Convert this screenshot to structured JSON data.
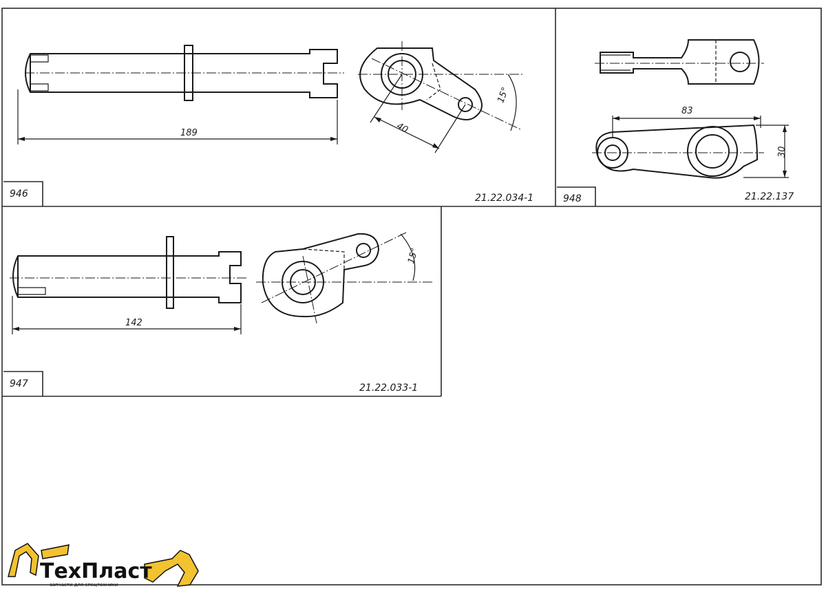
{
  "panels": [
    {
      "id": "946",
      "part_number": "21.22.034-1",
      "dims": {
        "length": "189",
        "offset": "40",
        "angle": "15°"
      }
    },
    {
      "id": "948",
      "part_number": "21.22.137",
      "dims": {
        "length": "83",
        "height": "30"
      }
    },
    {
      "id": "947",
      "part_number": "21.22.033-1",
      "dims": {
        "length": "142",
        "angle": "15°"
      }
    }
  ],
  "logo": {
    "name": "ТехПласт",
    "tagline": "запчасти для спецтехники",
    "colors": {
      "accent": "#f2c230",
      "text": "#111111"
    }
  }
}
